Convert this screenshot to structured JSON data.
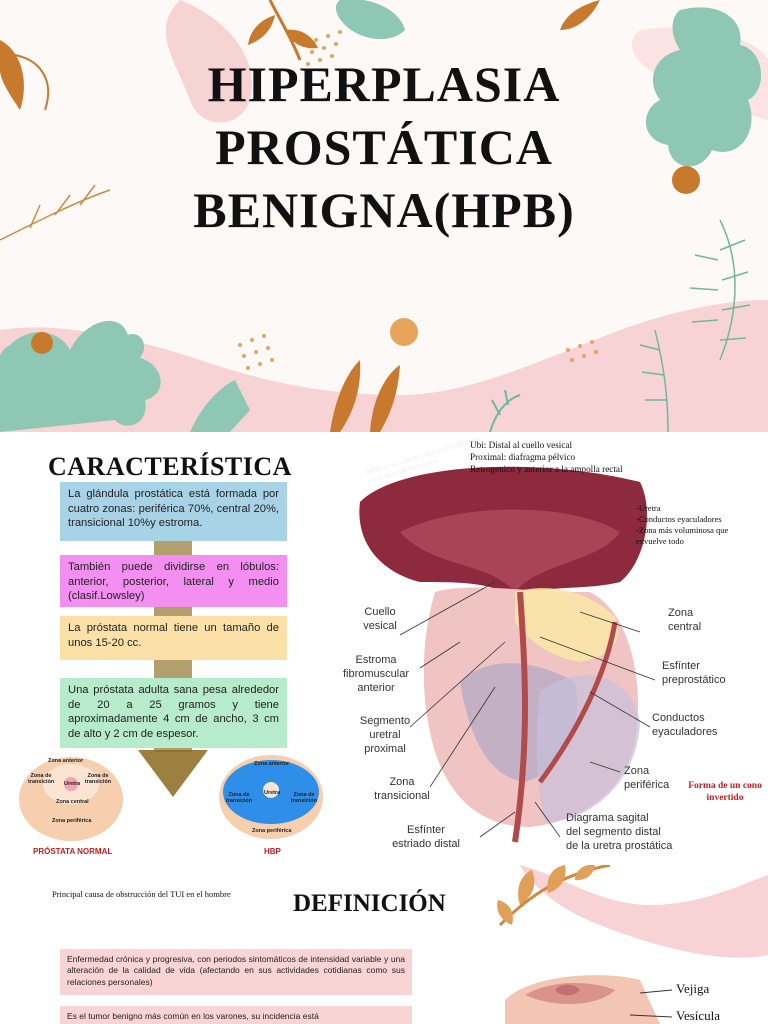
{
  "slide1": {
    "title_lines": [
      "HIPERPLASIA",
      "PROSTÁTICA",
      "BENIGNA(HPB)"
    ]
  },
  "slide2": {
    "heading": "CARACTERÍSTICA",
    "boxes": [
      {
        "text": "La glándula prostática está formada por cuatro zonas: periférica 70%, central 20%, transicional 10%y estroma.",
        "color": "#a8d3e6"
      },
      {
        "text": "También puede dividirse en lóbulos: anterior, posterior, lateral y medio (clasif.Lowsley)",
        "color": "#f28ff0"
      },
      {
        "text": "La próstata normal tiene un tamaño de unos 15-20 cc.",
        "color": "#fbe1a8"
      },
      {
        "text": "Una próstata adulta sana pesa alrededor de 20 a 25 gramos y tiene aproximadamente 4 cm de ancho, 3 cm de alto y 2 cm de espesor.",
        "color": "#b6eccb"
      }
    ],
    "ubi_note": [
      "Ubi: Distal al cuello vesical",
      "Proximal: diafragma pélvico",
      "Retrogenico y anterior a la ampolla rectal"
    ],
    "hpb_note": "HPB se va a desarrollar principalmente en la zona de transición",
    "right_note": [
      "-Uretra",
      "-Conductos eyaculadores",
      "-Zona más voluminosa que envuelve todo"
    ],
    "diagram_labels": {
      "cuello": [
        "Cuello",
        "vesical"
      ],
      "estroma": [
        "Estroma",
        "fibromuscular",
        "anterior"
      ],
      "segmento": [
        "Segmento",
        "uretral",
        "proximal"
      ],
      "zona_trans": [
        "Zona",
        "transicional"
      ],
      "esfinter_estriado": [
        "Esfínter",
        "estriado distal"
      ],
      "zona_central": [
        "Zona",
        "central"
      ],
      "esfinter_pre": [
        "Esfínter",
        "preprostático"
      ],
      "conductos": [
        "Conductos",
        "eyaculadores"
      ],
      "zona_periferica": [
        "Zona",
        "periférica"
      ],
      "diagrama": [
        "Diagrama sagital",
        "del segmento distal",
        "de la uretra prostática"
      ]
    },
    "red_note": "Forma de un cono invertido",
    "mini_normal": {
      "zona_anterior": "Zona anterior",
      "zona_trans_l": "Zona de transición",
      "zona_trans_r": "Zona de transición",
      "uretra": "Uretra",
      "zona_central": "Zona central",
      "zona_periferica": "Zona periférica",
      "caption": "PRÓSTATA NORMAL"
    },
    "mini_hbp": {
      "zona_anterior": "Zona anterior",
      "zona_trans_l": "Zona de transición",
      "zona_trans_r": "Zona de transición",
      "uretra": "Uretra",
      "zona_periferica": "Zona periférica",
      "caption": "HBP"
    }
  },
  "slide3": {
    "note": "Principal causa de obstrucción del TUI en el hombre",
    "heading": "DEFINICIÓN",
    "boxes": [
      "Enfermedad crónica y progresiva, con periodos sintomáticos de intensidad variable y una alteración de la calidad de vida (afectando en sus actividades cotidianas como sus relaciones personales)",
      "Es el tumor benigno más común en los varones, su incidencia está"
    ],
    "labels": [
      "Vejiga",
      "Vesícula"
    ]
  }
}
